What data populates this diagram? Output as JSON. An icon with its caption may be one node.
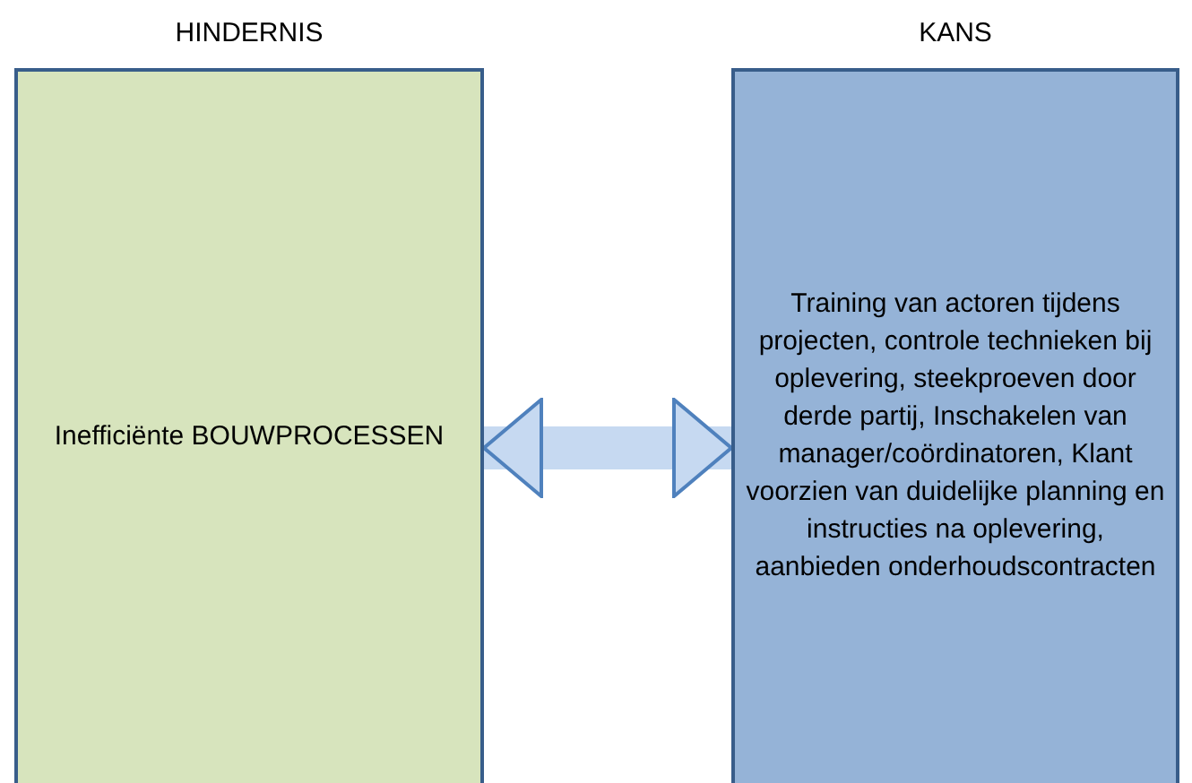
{
  "diagram": {
    "nodes": [
      {
        "text": [
          "HINDERNIS",
          "Inefficiënte BOUWPROCESSEN"
        ]
      },
      {
        "text": [
          "KANS",
          "Training van actoren tijdens projecten, controle technieken bij oplevering, steekproeven door derde partij, Inschakelen van manager/coördinatoren, Klant voorzien van duidelijke planning en instructies na oplevering, aanbieden onderhoudscontracten"
        ]
      }
    ],
    "edges": [
      {
        "from": 0,
        "to": 1,
        "arrow": "both"
      }
    ]
  }
}
